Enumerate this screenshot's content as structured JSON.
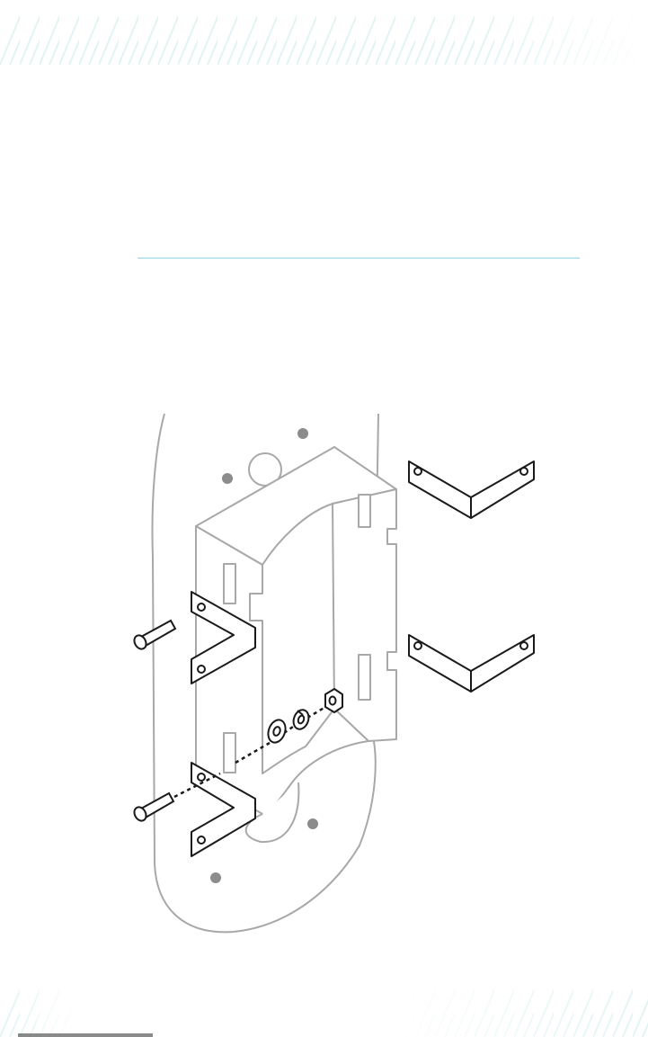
{
  "palette": {
    "stripe": "#e2f3f4",
    "rule": "#bfe6ea",
    "plate_stroke": "#a8a8a8",
    "part_stroke": "#1a1a1a"
  },
  "figure": {
    "parts": [
      "mounting-plate",
      "bracket-housing",
      "angle-bracket",
      "bolt",
      "flat-washer",
      "lock-washer",
      "hex-nut"
    ]
  }
}
